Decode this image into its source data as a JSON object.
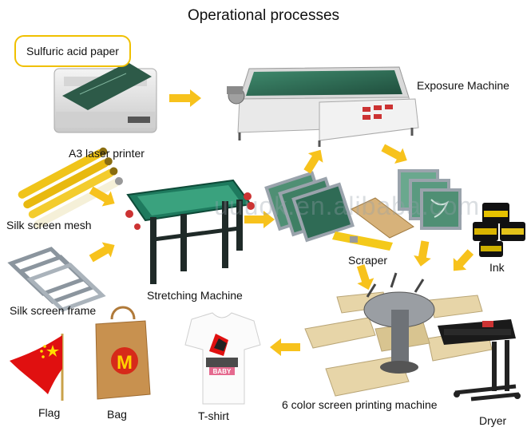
{
  "title": "Operational processes",
  "callout": "Sulfuric acid paper",
  "watermark": "uuuok.en.alibaba.com",
  "tshirt_print": "BABY",
  "logo_letter": "M",
  "labels": {
    "printer": "A3 laser printer",
    "exposure": "Exposure Machine",
    "mesh": "Silk screen mesh",
    "frame": "Silk screen frame",
    "stretching": "Stretching Machine",
    "scraper": "Scraper",
    "ink": "Ink",
    "printing": "6 color screen printing machine",
    "dryer": "Dryer",
    "flag": "Flag",
    "bag": "Bag",
    "tshirt": "T-shirt"
  },
  "colors": {
    "arrow": "#f7c21c",
    "screen_green": "#2f6b55",
    "frame_metal": "#9aa3ac",
    "machine_body": "#e6e6e6",
    "flag_red": "#e01010",
    "bag_tan": "#c8914f",
    "wood": "#e7d5a8"
  }
}
